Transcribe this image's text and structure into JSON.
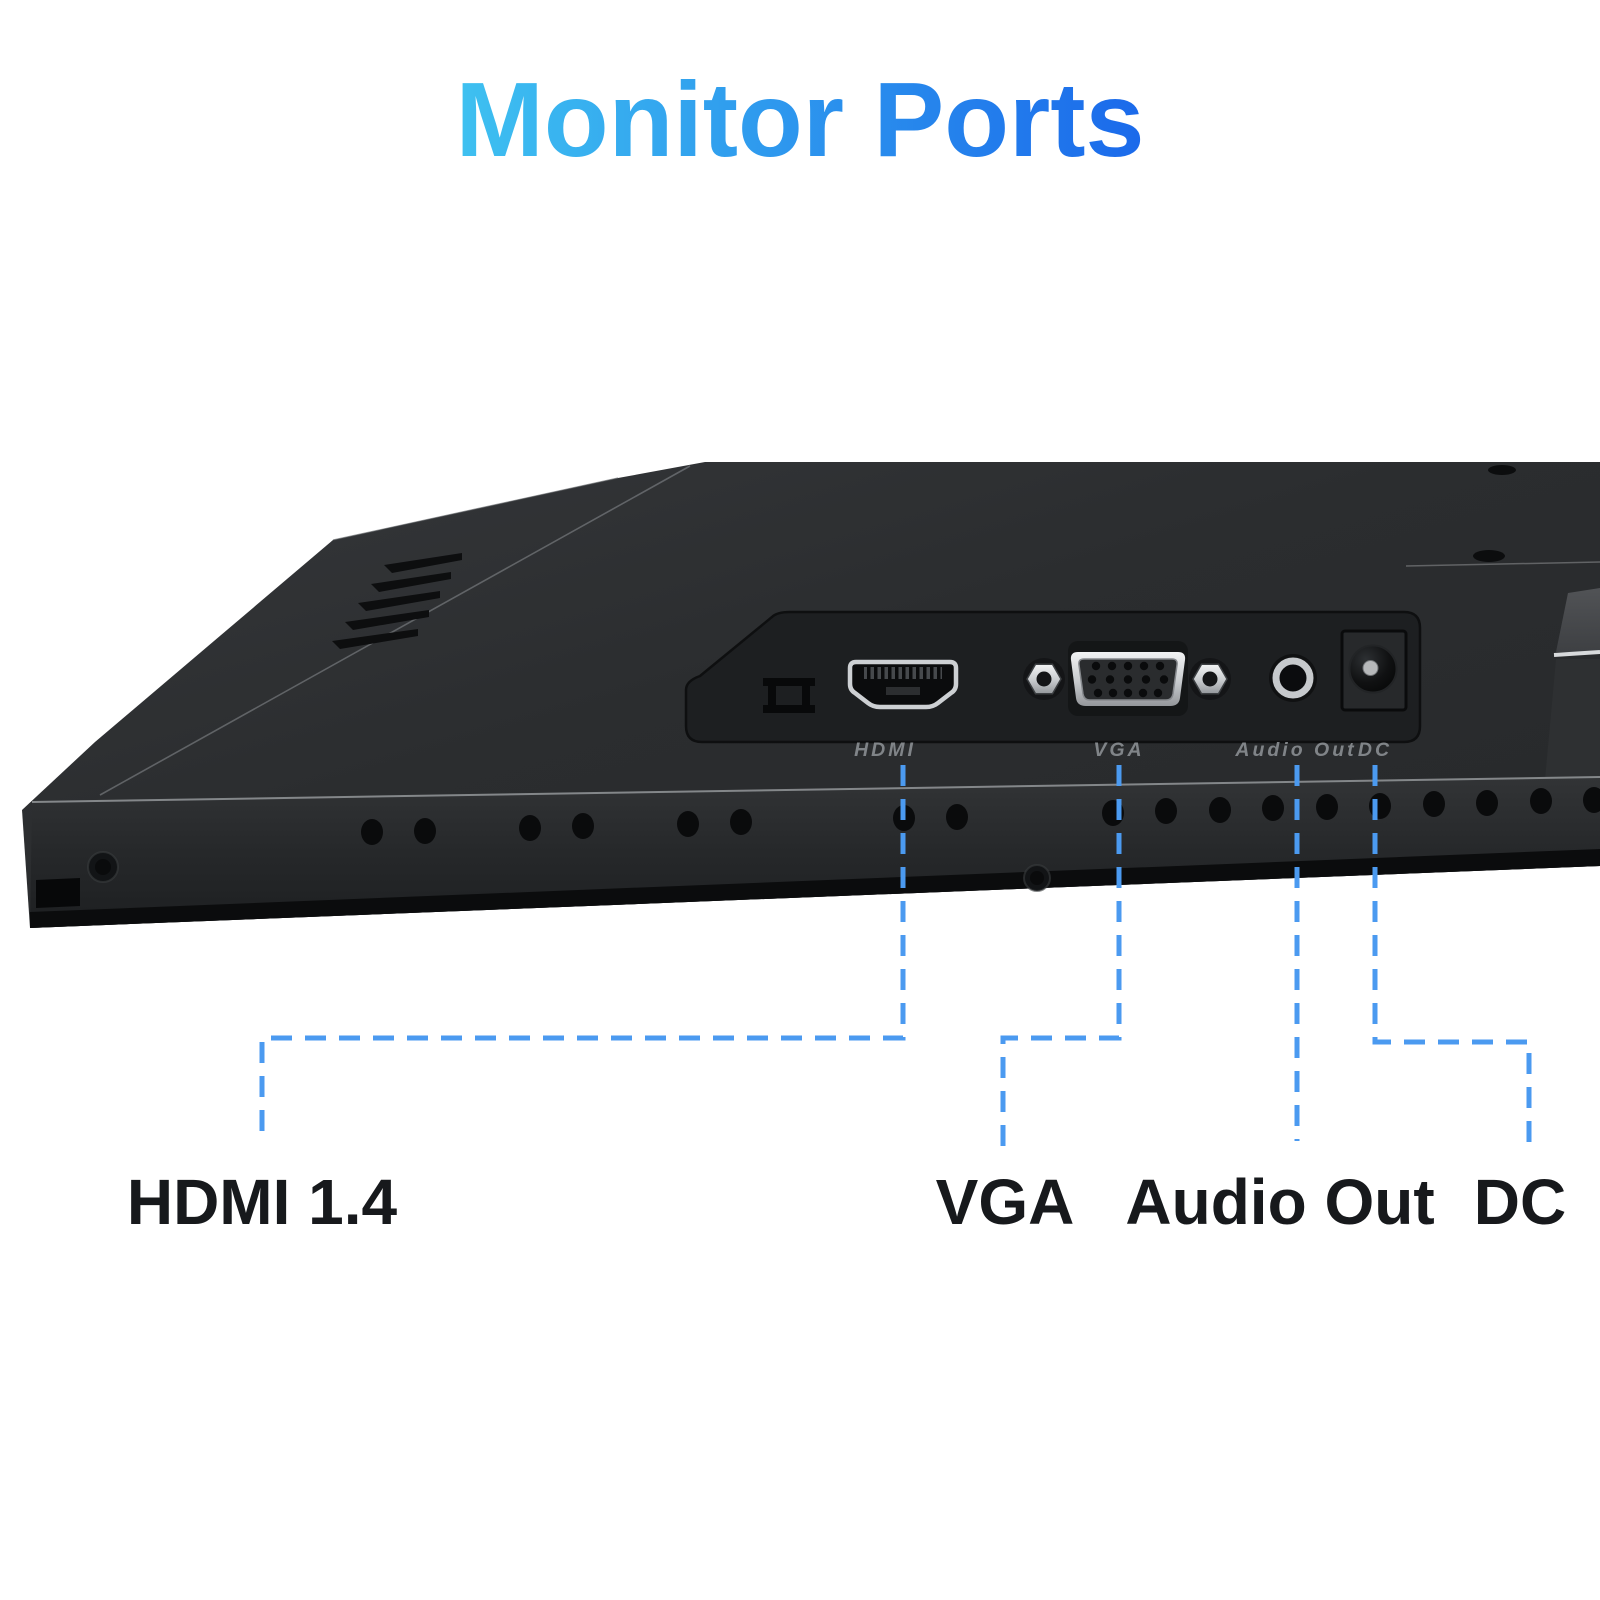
{
  "title": "Monitor Ports",
  "theme": {
    "title_gradient_start": "#47D6F2",
    "title_gradient_end": "#1254E9",
    "leader_line_color": "#4B9AF0",
    "callout_text_color": "#17191C",
    "monitor_back_color": "#2B2D2F",
    "monitor_bezel_color": "#26282A",
    "ports_panel_color": "#1D1F21",
    "embossed_label_color": "#85898D"
  },
  "port_labels": {
    "hdmi": "HDMI",
    "vga": "VGA",
    "audio": "Audio Out",
    "dc": "DC"
  },
  "callouts": {
    "hdmi": "HDMI 1.4",
    "vga": "VGA",
    "audio": "Audio Out",
    "dc": "DC"
  }
}
